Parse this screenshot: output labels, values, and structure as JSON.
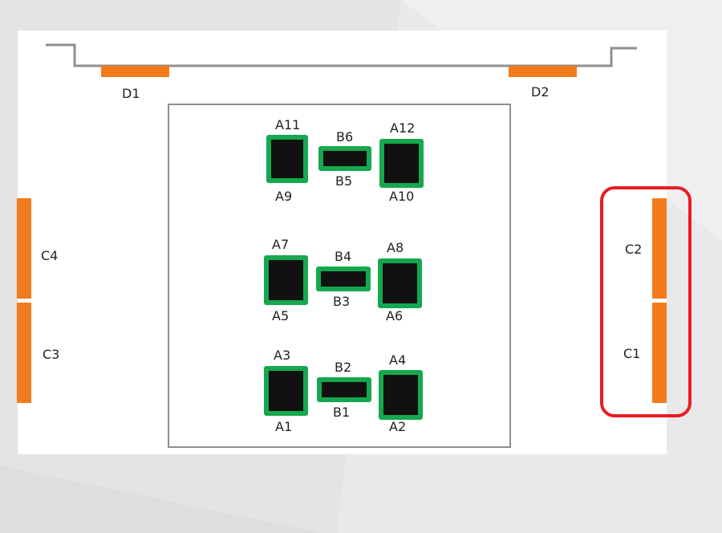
{
  "colors": {
    "door": "#f47b1b",
    "pad_border": "#15a84e",
    "pad_fill": "#111111",
    "highlight": "#e81d25",
    "outline": "#8f8f8f"
  },
  "doors_top": [
    {
      "label": "D1"
    },
    {
      "label": "D2"
    }
  ],
  "left_panels": [
    {
      "label": "C4"
    },
    {
      "label": "C3"
    }
  ],
  "right_panels": [
    {
      "label": "C2"
    },
    {
      "label": "C1"
    }
  ],
  "rows": [
    {
      "top_left": "A11",
      "bottom_left": "A9",
      "bar_top": "B6",
      "bar_bottom": "B5",
      "top_right": "A12",
      "bottom_right": "A10"
    },
    {
      "top_left": "A7",
      "bottom_left": "A5",
      "bar_top": "B4",
      "bar_bottom": "B3",
      "top_right": "A8",
      "bottom_right": "A6"
    },
    {
      "top_left": "A3",
      "bottom_left": "A1",
      "bar_top": "B2",
      "bar_bottom": "B1",
      "top_right": "A4",
      "bottom_right": "A2"
    }
  ]
}
